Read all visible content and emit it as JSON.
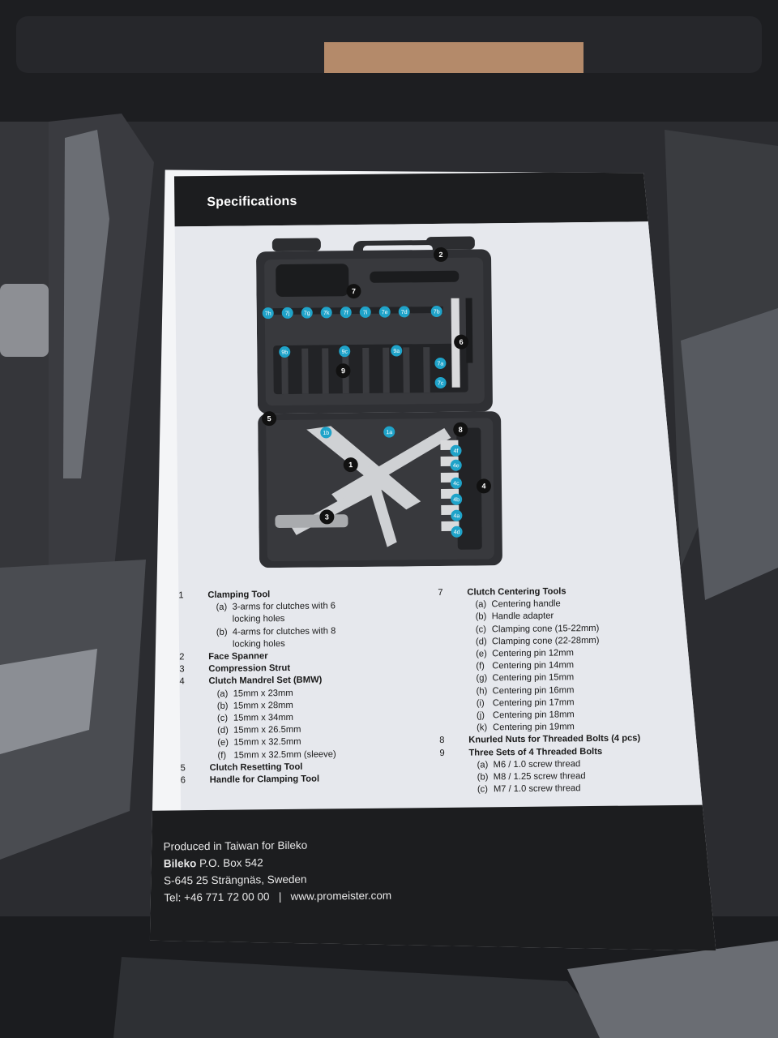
{
  "header": {
    "title": "Specifications"
  },
  "figure": {
    "labels_blue": [
      "7h",
      "7j",
      "7g",
      "7k",
      "7f",
      "7i",
      "7e",
      "7d",
      "7b",
      "9b",
      "9c",
      "9a",
      "7a",
      "7c",
      "1b",
      "1a",
      "4f",
      "4e",
      "4c",
      "4b",
      "4a",
      "4d"
    ],
    "labels_black": [
      "2",
      "7",
      "6",
      "9",
      "5",
      "8",
      "1",
      "4",
      "3"
    ]
  },
  "specs": {
    "left": [
      {
        "num": "1",
        "title": "Clamping Tool",
        "subs": [
          {
            "letter": "(a)",
            "lines": [
              "3-arms for clutches with 6",
              "locking holes"
            ]
          },
          {
            "letter": "(b)",
            "lines": [
              "4-arms for clutches with 8",
              "locking holes"
            ]
          }
        ]
      },
      {
        "num": "2",
        "title": "Face Spanner",
        "subs": []
      },
      {
        "num": "3",
        "title": "Compression Strut",
        "subs": []
      },
      {
        "num": "4",
        "title": "Clutch Mandrel Set (BMW)",
        "subs": [
          {
            "letter": "(a)",
            "lines": [
              "15mm x 23mm"
            ]
          },
          {
            "letter": "(b)",
            "lines": [
              "15mm x 28mm"
            ]
          },
          {
            "letter": "(c)",
            "lines": [
              "15mm x 34mm"
            ]
          },
          {
            "letter": "(d)",
            "lines": [
              "15mm x 26.5mm"
            ]
          },
          {
            "letter": "(e)",
            "lines": [
              "15mm x 32.5mm"
            ]
          },
          {
            "letter": "(f)",
            "lines": [
              "15mm x 32.5mm (sleeve)"
            ]
          }
        ]
      },
      {
        "num": "5",
        "title": "Clutch Resetting Tool",
        "subs": []
      },
      {
        "num": "6",
        "title": "Handle for Clamping Tool",
        "subs": []
      }
    ],
    "right": [
      {
        "num": "7",
        "title": "Clutch Centering Tools",
        "subs": [
          {
            "letter": "(a)",
            "lines": [
              "Centering handle"
            ]
          },
          {
            "letter": "(b)",
            "lines": [
              "Handle adapter"
            ]
          },
          {
            "letter": "(c)",
            "lines": [
              "Clamping cone (15-22mm)"
            ]
          },
          {
            "letter": "(d)",
            "lines": [
              "Clamping cone (22-28mm)"
            ]
          },
          {
            "letter": "(e)",
            "lines": [
              "Centering pin 12mm"
            ]
          },
          {
            "letter": "(f)",
            "lines": [
              "Centering pin 14mm"
            ]
          },
          {
            "letter": "(g)",
            "lines": [
              "Centering pin 15mm"
            ]
          },
          {
            "letter": "(h)",
            "lines": [
              "Centering pin 16mm"
            ]
          },
          {
            "letter": "(i)",
            "lines": [
              "Centering pin 17mm"
            ]
          },
          {
            "letter": "(j)",
            "lines": [
              "Centering pin 18mm"
            ]
          },
          {
            "letter": "(k)",
            "lines": [
              "Centering pin 19mm"
            ]
          }
        ]
      },
      {
        "num": "8",
        "title": "Knurled Nuts for Threaded Bolts (4 pcs)",
        "subs": []
      },
      {
        "num": "9",
        "title": "Three Sets of 4 Threaded Bolts",
        "subs": [
          {
            "letter": "(a)",
            "lines": [
              "M6 / 1.0 screw thread"
            ]
          },
          {
            "letter": "(b)",
            "lines": [
              "M8 / 1.25 screw thread"
            ]
          },
          {
            "letter": "(c)",
            "lines": [
              "M7 / 1.0 screw thread"
            ]
          }
        ]
      }
    ]
  },
  "footer": {
    "produced": "Produced in Taiwan for Bileko",
    "company": "Bileko",
    "pobox": "P.O. Box 542",
    "address": "S-645 25 Strängnäs, Sweden",
    "phone": "Tel: +46 771 72 00 00",
    "separator": "|",
    "website": "www.promeister.com"
  },
  "colors": {
    "label_blue": "#1fa3c9",
    "label_black": "#111111",
    "paper": "#f4f5f7",
    "band": "#1c1d1f"
  }
}
